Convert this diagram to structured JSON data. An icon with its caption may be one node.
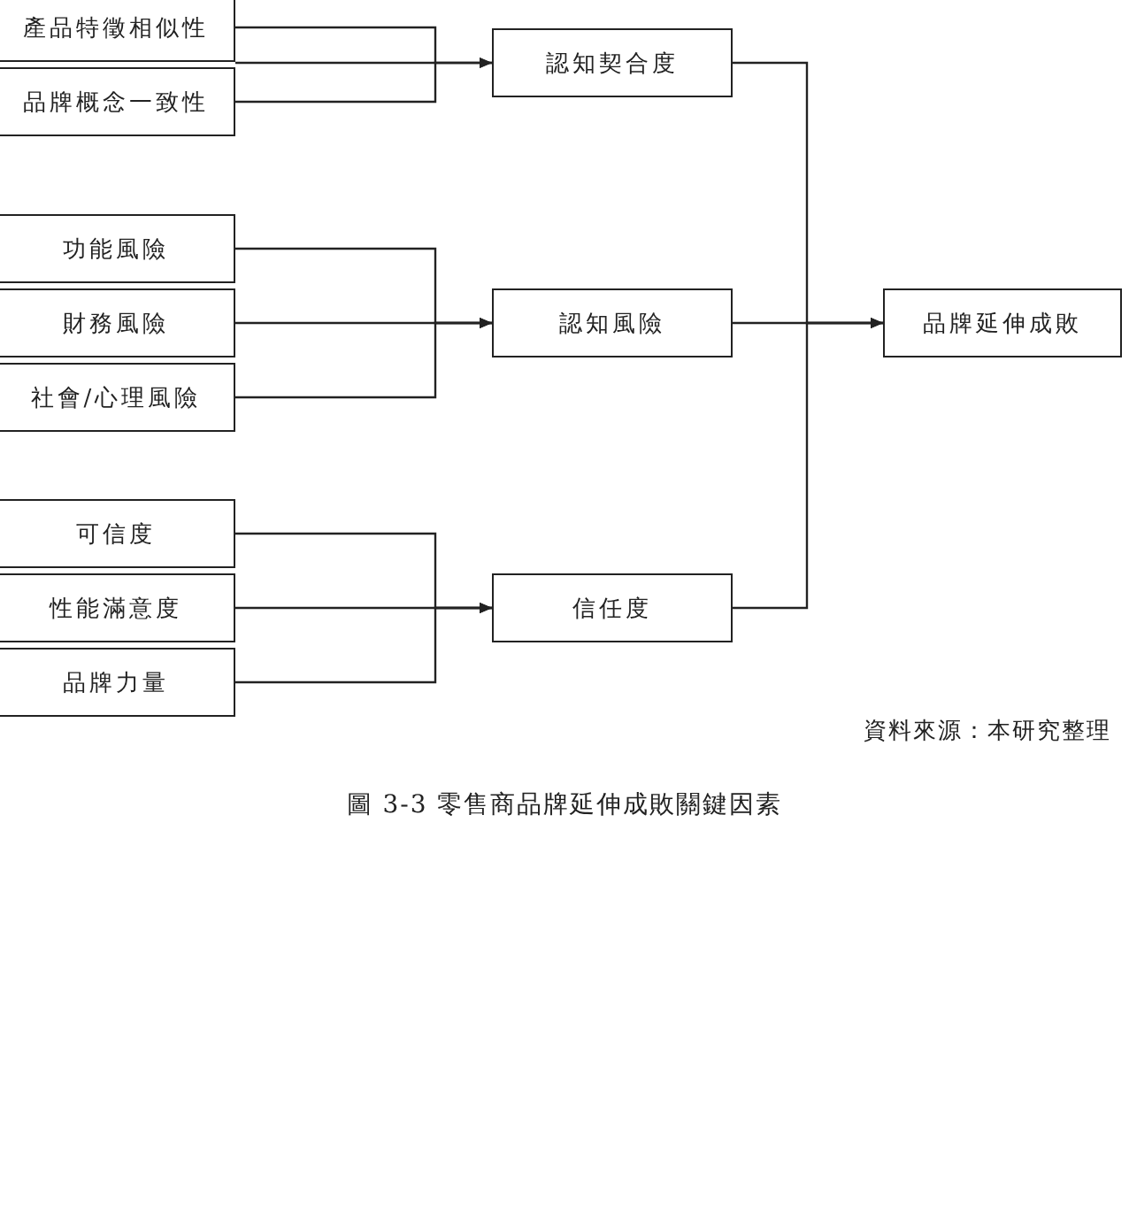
{
  "diagram": {
    "caption": "圖 3-3 零售商品牌延伸成敗關鍵因素",
    "nodes": [
      {
        "text": [
          "產品特徵相似性"
        ]
      },
      {
        "text": [
          "品牌概念一致性"
        ]
      },
      {
        "text": [
          "功能風險"
        ]
      },
      {
        "text": [
          "財務風險"
        ]
      },
      {
        "text": [
          "社會/心理風險"
        ]
      },
      {
        "text": [
          "可信度"
        ]
      },
      {
        "text": [
          "性能滿意度"
        ]
      },
      {
        "text": [
          "品牌力量"
        ]
      },
      {
        "text": [
          "認知契合度"
        ]
      },
      {
        "text": [
          "認知風險"
        ]
      },
      {
        "text": [
          "信任度"
        ]
      },
      {
        "text": [
          "品牌延伸成敗"
        ]
      }
    ],
    "edges": [
      {
        "from": 0,
        "to": 8,
        "arrow": "to"
      },
      {
        "from": 1,
        "to": 8,
        "arrow": "to"
      },
      {
        "from": 2,
        "to": 9,
        "arrow": "to"
      },
      {
        "from": 3,
        "to": 9,
        "arrow": "to"
      },
      {
        "from": 4,
        "to": 9,
        "arrow": "to"
      },
      {
        "from": 5,
        "to": 10,
        "arrow": "to"
      },
      {
        "from": 6,
        "to": 10,
        "arrow": "to"
      },
      {
        "from": 7,
        "to": 10,
        "arrow": "to"
      },
      {
        "from": 8,
        "to": 11,
        "arrow": "to"
      },
      {
        "from": 9,
        "to": 11,
        "arrow": "to"
      },
      {
        "from": 10,
        "to": 11,
        "arrow": "to"
      }
    ],
    "labels": [
      "資料來源：本研究整理"
    ]
  }
}
